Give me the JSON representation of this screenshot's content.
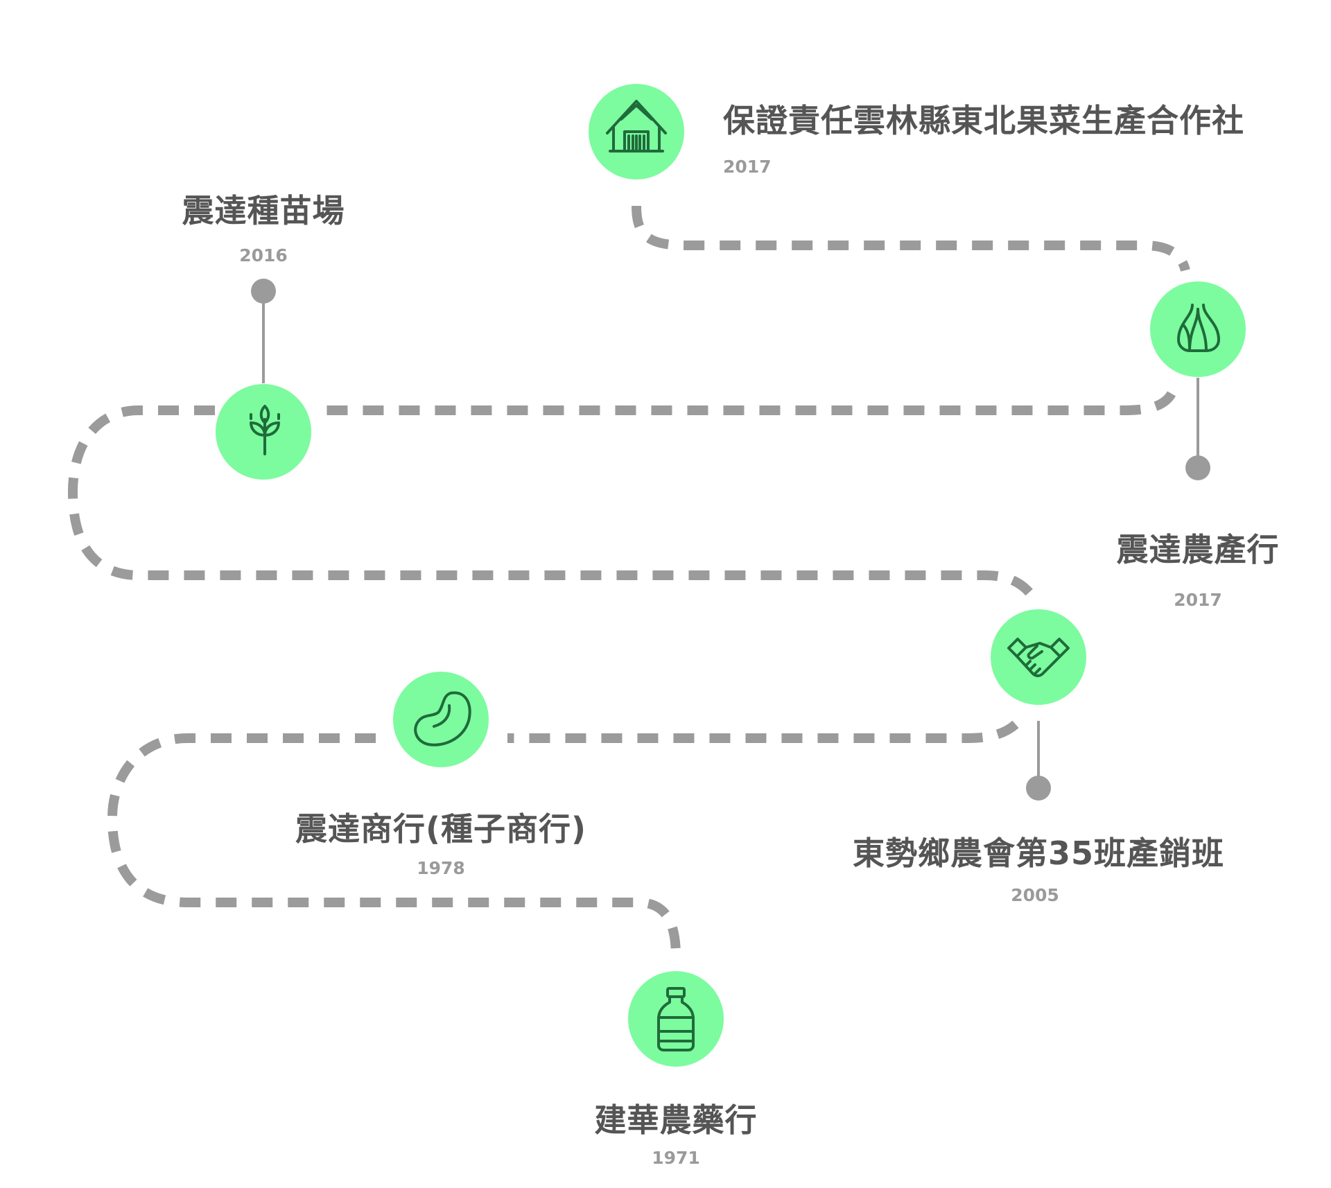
{
  "colors": {
    "path": "#9b9b9b",
    "node_fill": "#7dfb9f",
    "icon_stroke": "#1f6b3a",
    "name_text": "#555555",
    "year_text": "#9a9a9a"
  },
  "milestones": [
    {
      "name": "保證責任雲林縣東北果菜生產合作社",
      "year": "2017",
      "icon": "barn-icon"
    },
    {
      "name": "震達種苗場",
      "year": "2016",
      "icon": "wheat-sprout-icon"
    },
    {
      "name": "震達農產行",
      "year": "2017",
      "icon": "garlic-icon"
    },
    {
      "name": "東勢鄉農會第35班產銷班",
      "year": "2005",
      "icon": "handshake-icon"
    },
    {
      "name": "震達商行(種子商行)",
      "year": "1978",
      "icon": "bean-icon"
    },
    {
      "name": "建華農藥行",
      "year": "1971",
      "icon": "pesticide-bottle-icon"
    }
  ]
}
